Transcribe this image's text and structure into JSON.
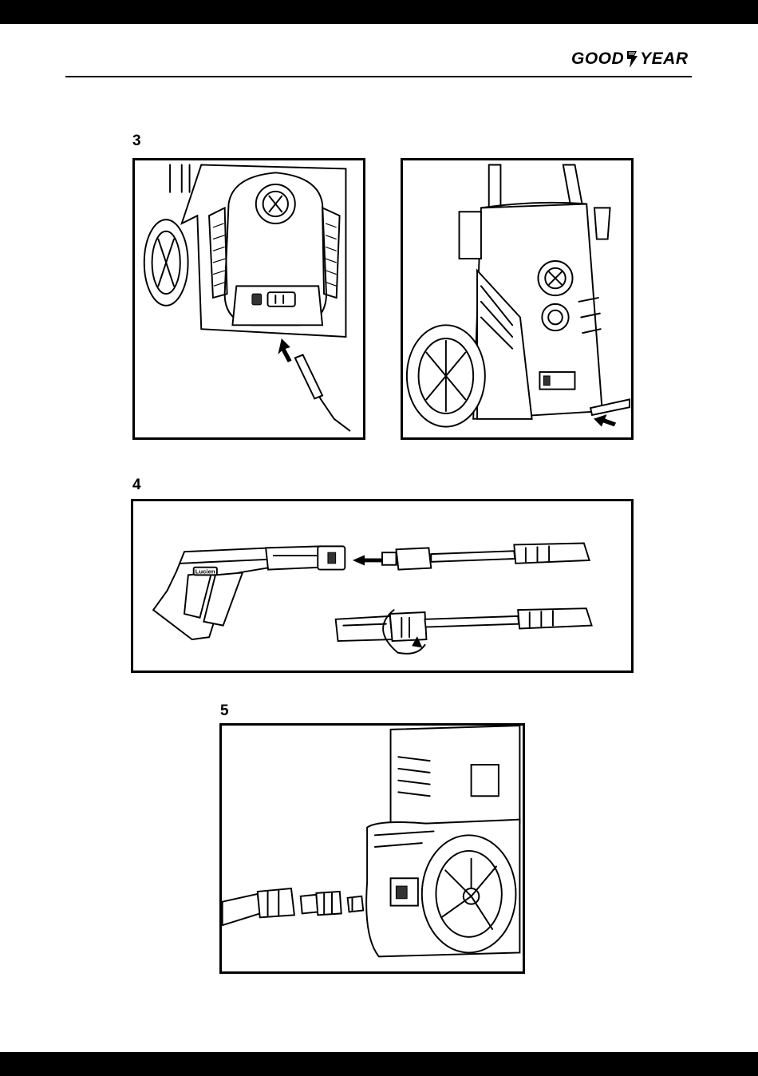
{
  "header": {
    "brand_left": "GOOD",
    "brand_right": "YEAR"
  },
  "steps": [
    {
      "label": "3"
    },
    {
      "label": "4"
    },
    {
      "label": "5"
    }
  ],
  "figures": {
    "step3_left": {
      "icon": "machine-front-outlet-detail"
    },
    "step3_right": {
      "icon": "machine-full-view-hose-connection"
    },
    "step4": {
      "icon": "gun-and-lance-assembly",
      "gun_label": "Lucien"
    },
    "step5": {
      "icon": "water-inlet-adapter-connection"
    }
  },
  "colors": {
    "bars": "#000000",
    "background": "#ffffff"
  }
}
